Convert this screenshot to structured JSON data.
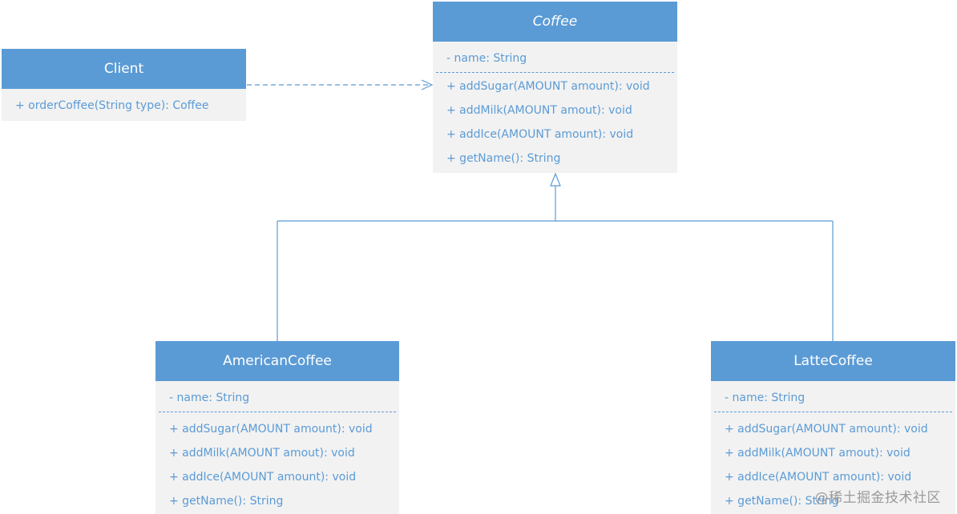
{
  "diagram": {
    "classes": {
      "coffee": {
        "name": "Coffee",
        "attributes": [
          "- name: String"
        ],
        "methods": [
          "+ addSugar(AMOUNT amount): void",
          "+ addMilk(AMOUNT amout): void",
          "+ addIce(AMOUNT amount): void",
          "+ getName(): String"
        ]
      },
      "client": {
        "name": "Client",
        "methods": [
          "+ orderCoffee(String type): Coffee"
        ]
      },
      "american": {
        "name": "AmericanCoffee",
        "attributes": [
          "- name: String"
        ],
        "methods": [
          "+ addSugar(AMOUNT amount): void",
          "+ addMilk(AMOUNT amout): void",
          "+ addIce(AMOUNT amount): void",
          "+ getName(): String"
        ]
      },
      "latte": {
        "name": "LatteCoffee",
        "attributes": [
          "- name: String"
        ],
        "methods": [
          "+ addSugar(AMOUNT amount): void",
          "+ addMilk(AMOUNT amout): void",
          "+ addIce(AMOUNT amount): void",
          "+ getName(): String"
        ]
      }
    },
    "colors": {
      "header": "#5b9bd5",
      "body": "#f2f2f2",
      "text": "#5b9bd5",
      "line": "#5b9bd5"
    }
  },
  "watermark": "@稀土掘金技术社区"
}
